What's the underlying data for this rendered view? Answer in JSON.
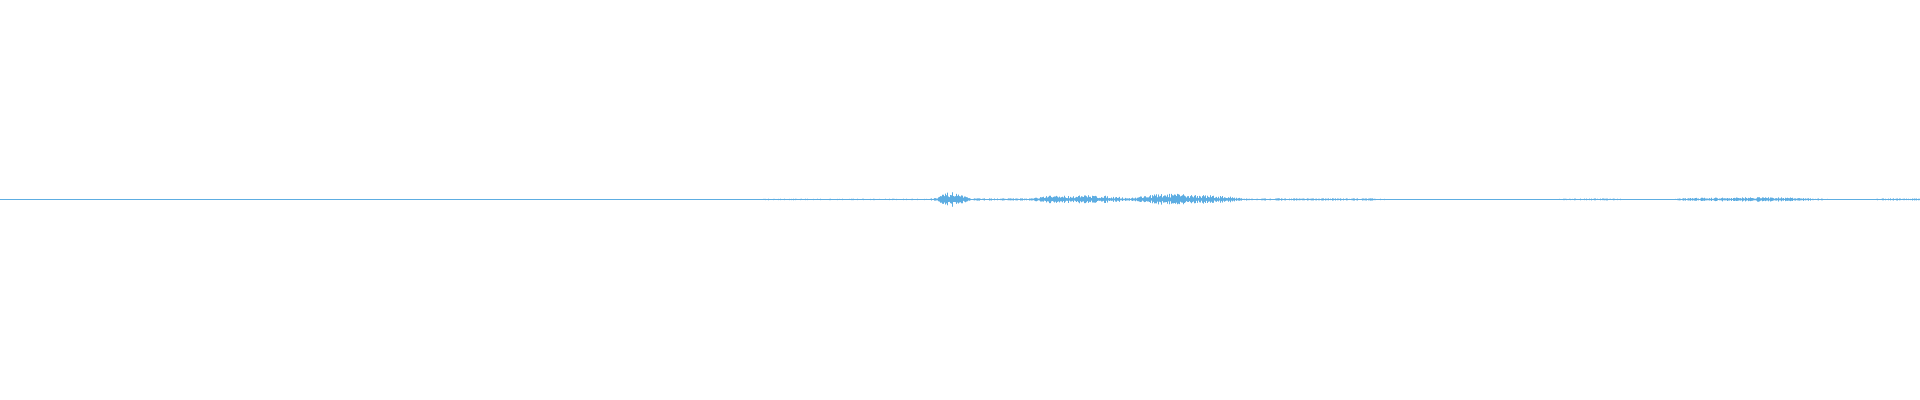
{
  "chart_data": {
    "type": "area",
    "title": "",
    "xlabel": "",
    "ylabel": "",
    "ylim": [
      -1,
      1
    ],
    "grid": false,
    "legend": "none",
    "color": "#5dade2",
    "envelope": [
      0.002,
      0.002,
      0.002,
      0.002,
      0.002,
      0.002,
      0.002,
      0.002,
      0.002,
      0.002,
      0.002,
      0.002,
      0.002,
      0.002,
      0.002,
      0.002,
      0.002,
      0.002,
      0.002,
      0.002,
      0.002,
      0.002,
      0.002,
      0.002,
      0.002,
      0.002,
      0.002,
      0.002,
      0.002,
      0.002,
      0.002,
      0.003,
      0.003,
      0.003,
      0.003,
      0.003,
      0.003,
      0.003,
      0.004,
      0.004,
      0.004,
      0.004,
      0.004,
      0.004,
      0.004,
      0.004,
      0.004,
      0.04,
      0.006,
      0.006,
      0.006,
      0.006,
      0.02,
      0.02,
      0.022,
      0.018,
      0.008,
      0.025,
      0.03,
      0.025,
      0.022,
      0.015,
      0.004,
      0.006,
      0.006,
      0.006,
      0.006,
      0.006,
      0.006,
      0.002,
      0.002,
      0.002,
      0.002,
      0.002,
      0.002,
      0.002,
      0.002,
      0.002,
      0.005,
      0.005,
      0.005,
      0.003,
      0.003,
      0.003,
      0.008,
      0.01,
      0.01,
      0.012,
      0.012,
      0.01,
      0.006,
      0.003,
      0.003,
      0.003,
      0.006,
      0.006
    ]
  }
}
